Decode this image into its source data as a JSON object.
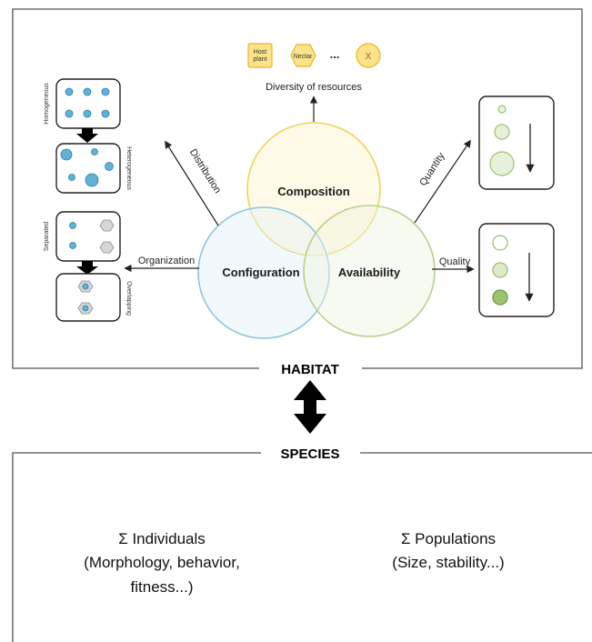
{
  "habitat": {
    "title": "HABITAT",
    "circles": {
      "composition": "Composition",
      "configuration": "Configuration",
      "availability": "Availability"
    },
    "arrows": {
      "diversity": "Diversity of resources",
      "distribution": "Distribution",
      "organization": "Organization",
      "quantity": "Quantity",
      "quality": "Quality"
    },
    "resources": {
      "item1_line1": "Host",
      "item1_line2": "plant",
      "item2": "Nectar",
      "ellipsis": "...",
      "item3": "X"
    },
    "panels": {
      "homogeneous": "Homogeneous",
      "heterogeneous": "Heterogeneous",
      "separated": "Separated",
      "overlapping": "Overlapping"
    }
  },
  "species": {
    "title": "SPECIES",
    "individuals": {
      "line1": "Σ Individuals",
      "line2": "(Morphology, behavior,",
      "line3": "fitness...)"
    },
    "populations": {
      "line1": "Σ Populations",
      "line2": "(Size, stability...)"
    }
  },
  "colors": {
    "composition": "#f2d25a",
    "configuration": "#8ec5de",
    "availability": "#b7d08a",
    "blue_dot": "#5fb3d6",
    "green_dot": "#9cc46e",
    "gray_hex": "#b9b9b9",
    "yellow_fill": "#fce38a",
    "yellow_stroke": "#e8b526"
  }
}
